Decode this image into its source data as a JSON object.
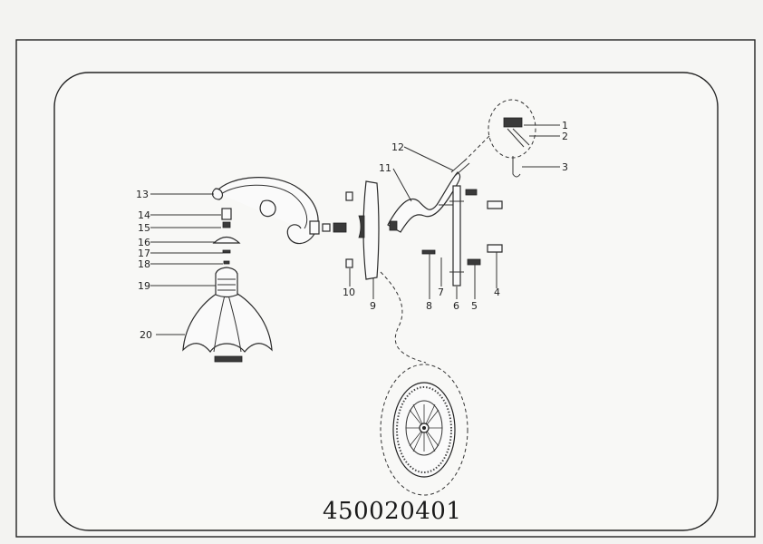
{
  "diagram": {
    "model_code": "450020401",
    "part_labels": [
      "1",
      "2",
      "3",
      "4",
      "5",
      "6",
      "7",
      "8",
      "9",
      "10",
      "11",
      "12",
      "13",
      "14",
      "15",
      "16",
      "17",
      "18",
      "19",
      "20"
    ]
  }
}
